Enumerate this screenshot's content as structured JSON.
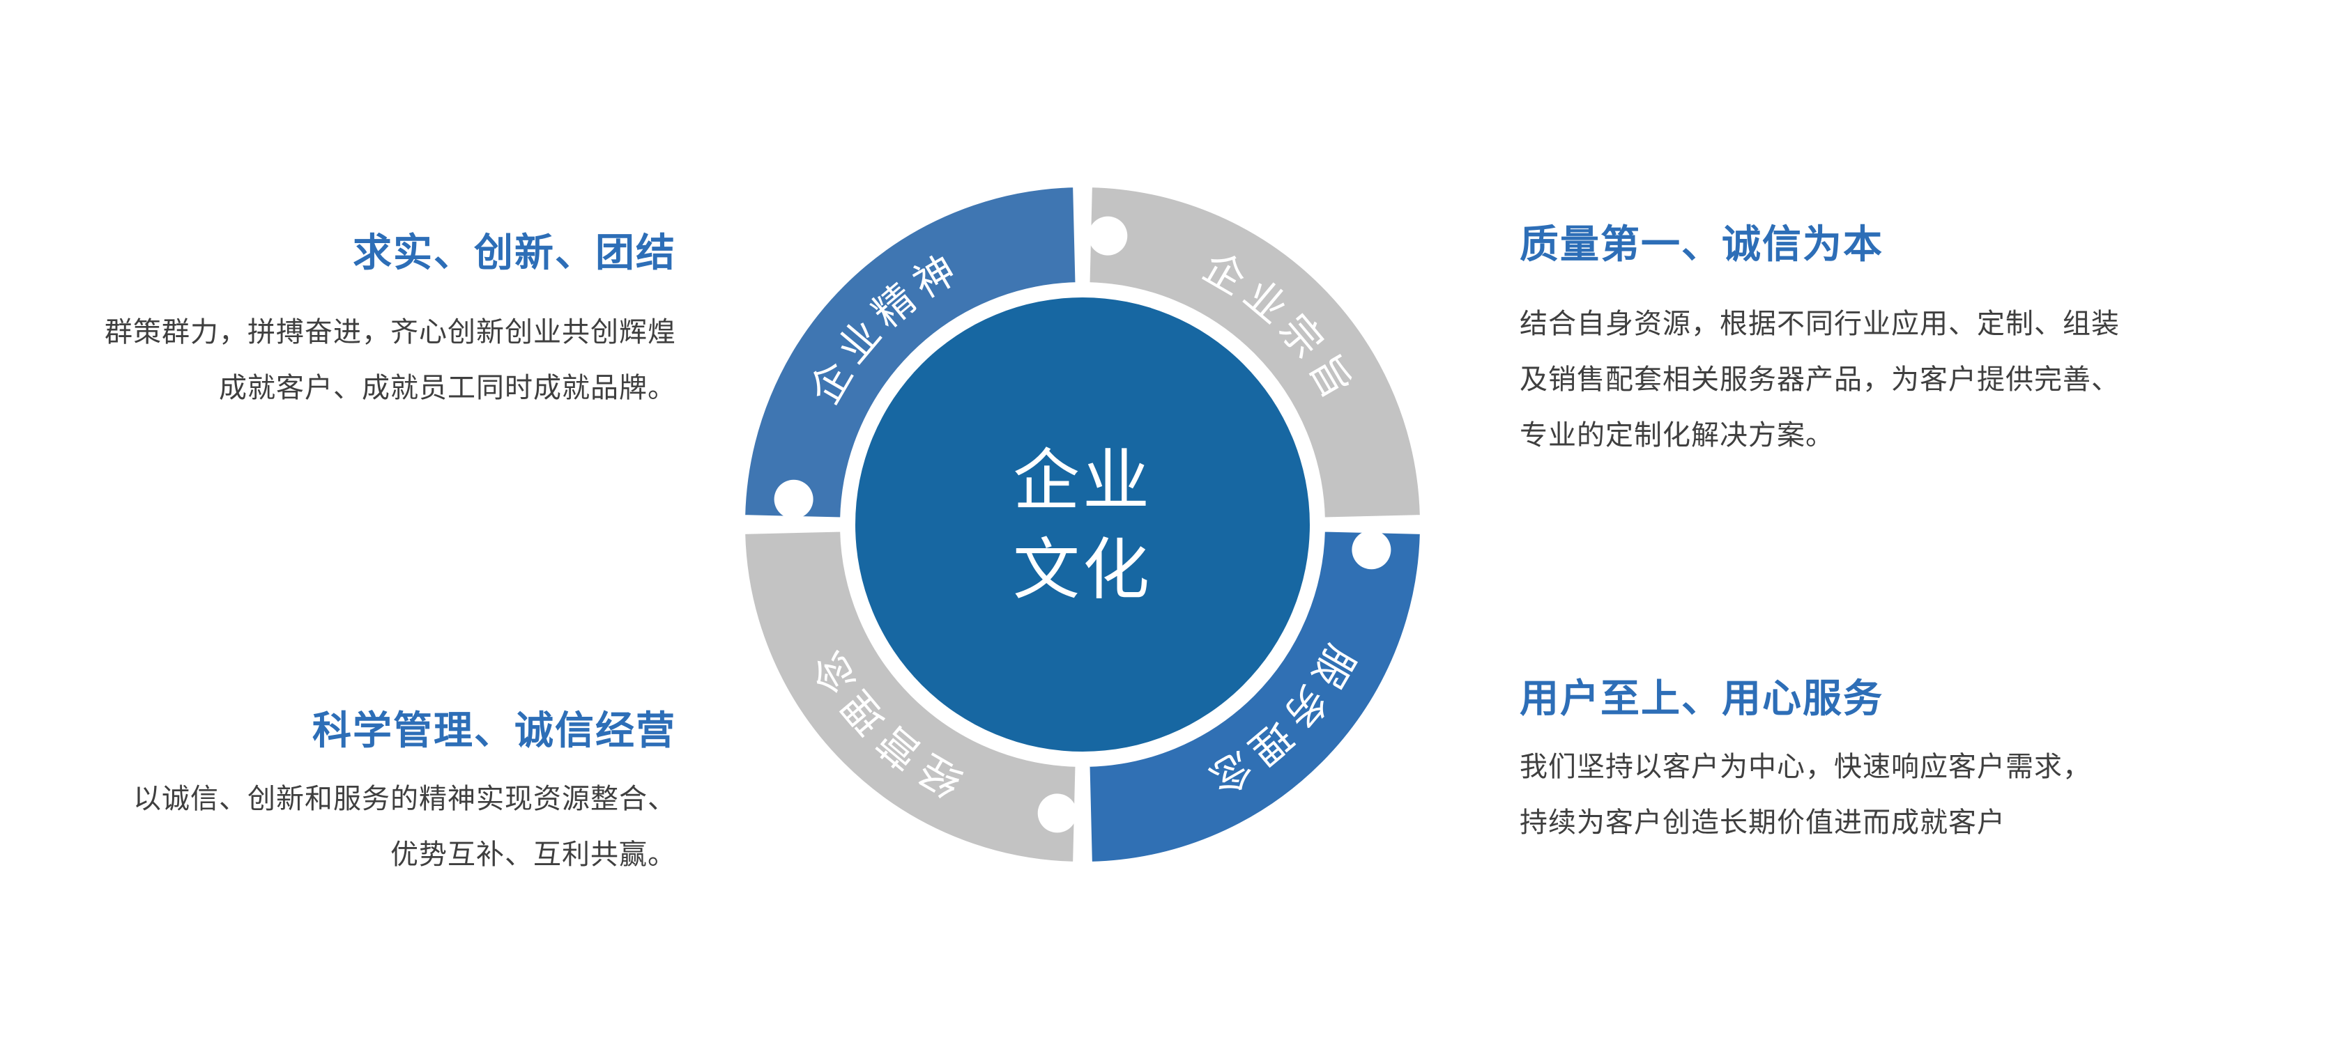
{
  "page": {
    "background": "#FFFFFF"
  },
  "colors": {
    "title": "#2D6EB7",
    "body": "#3F3F3F",
    "segment_blue": "#3F76B2",
    "segment_gray": "#C3C3C3",
    "center_blue": "#1767A2",
    "label_text": "#FFFFFF"
  },
  "diagram": {
    "center_label": {
      "line1": "企业",
      "line2": "文化",
      "color": "#1767A2",
      "text_color": "#FFFFFF"
    },
    "segments": [
      {
        "label": "企业精神",
        "color": "#3F76B2",
        "position": "top-left"
      },
      {
        "label": "企业宗旨",
        "color": "#C3C3C3",
        "position": "top-right"
      },
      {
        "label": "服务理念",
        "color": "#3070B4",
        "position": "bottom-right"
      },
      {
        "label": "经营理念",
        "color": "#C3C3C3",
        "position": "bottom-left"
      }
    ]
  },
  "blocks": {
    "top_left": {
      "title": "求实、创新、团结",
      "body": "群策群力，拼搏奋进，齐心创新创业共创辉煌\n成就客户、成就员工同时成就品牌。"
    },
    "top_right": {
      "title": "质量第一、诚信为本",
      "body": "结合自身资源，根据不同行业应用、定制、组装\n及销售配套相关服务器产品，为客户提供完善、\n专业的定制化解决方案。"
    },
    "bottom_left": {
      "title": "科学管理、诚信经营",
      "body": "以诚信、创新和服务的精神实现资源整合、\n优势互补、互利共赢。"
    },
    "bottom_right": {
      "title": "用户至上、用心服务",
      "body": "我们坚持以客户为中心，快速响应客户需求，\n持续为客户创造长期价值进而成就客户"
    }
  }
}
